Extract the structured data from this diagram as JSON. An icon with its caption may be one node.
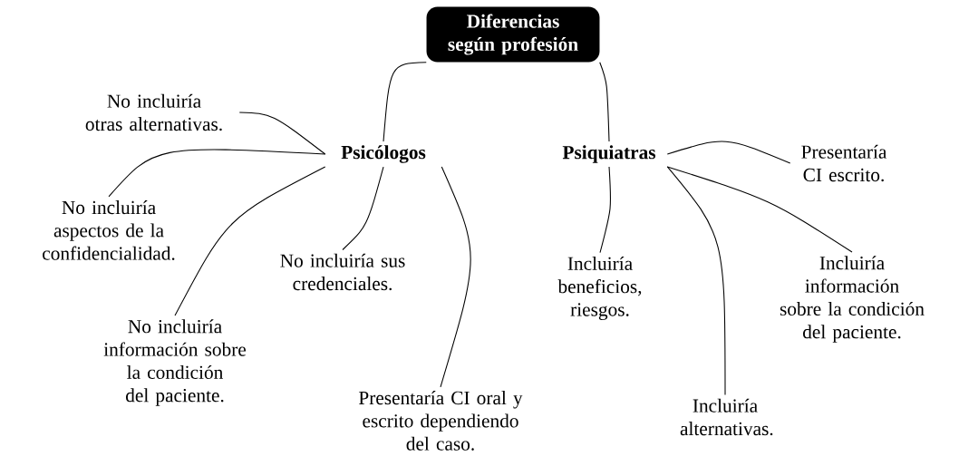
{
  "diagram": {
    "nodes": [
      {
        "text": [
          "Diferencias según profesión"
        ]
      },
      {
        "text": [
          "Psicólogos"
        ]
      },
      {
        "text": [
          "Psiquiatras"
        ]
      },
      {
        "text": [
          "No incluiría otras alternativas."
        ]
      },
      {
        "text": [
          "No incluiría aspectos de la confidencialidad."
        ]
      },
      {
        "text": [
          "No incluiría información sobre la condición del paciente."
        ]
      },
      {
        "text": [
          "No incluiría sus credenciales."
        ]
      },
      {
        "text": [
          "Presentaría CI oral y escrito dependiendo del caso."
        ]
      },
      {
        "text": [
          "Presentaría CI escrito."
        ]
      },
      {
        "text": [
          "Incluiría beneficios, riesgos."
        ]
      },
      {
        "text": [
          "Incluiría información sobre la condición del paciente."
        ]
      },
      {
        "text": [
          "Incluiría alternativas."
        ]
      }
    ],
    "edges": [
      {
        "from": 0,
        "to": 1,
        "arrow": "none"
      },
      {
        "from": 0,
        "to": 2,
        "arrow": "none"
      },
      {
        "from": 1,
        "to": 3,
        "arrow": "none"
      },
      {
        "from": 1,
        "to": 4,
        "arrow": "none"
      },
      {
        "from": 1,
        "to": 5,
        "arrow": "none"
      },
      {
        "from": 1,
        "to": 6,
        "arrow": "none"
      },
      {
        "from": 1,
        "to": 7,
        "arrow": "none"
      },
      {
        "from": 2,
        "to": 8,
        "arrow": "none"
      },
      {
        "from": 2,
        "to": 9,
        "arrow": "none"
      },
      {
        "from": 2,
        "to": 10,
        "arrow": "none"
      },
      {
        "from": 2,
        "to": 11,
        "arrow": "none"
      }
    ]
  }
}
